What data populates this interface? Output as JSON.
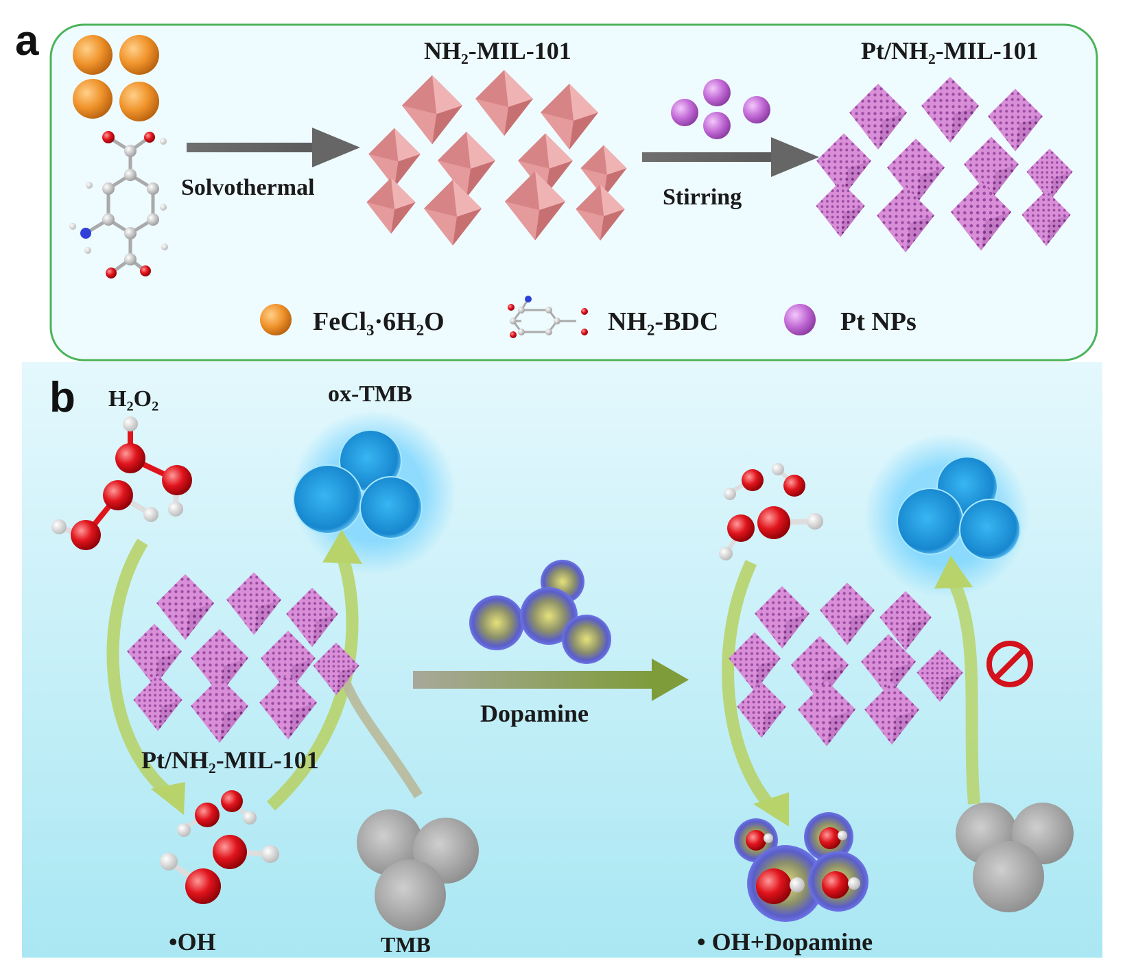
{
  "panel_a": {
    "letter": "a",
    "mof_title": "NH₂-MIL-101",
    "pt_mof_title": "Pt/NH₂-MIL-101",
    "step1_label": "Solvothermal",
    "step2_label": "Stirring",
    "legend": [
      {
        "label": "FeCl₃·6H₂O",
        "icon": "orange-sphere-icon"
      },
      {
        "label": "NH₂-BDC",
        "icon": "molecule-icon"
      },
      {
        "label": "Pt NPs",
        "icon": "purple-sphere-icon"
      }
    ]
  },
  "panel_b": {
    "letter": "b",
    "h2o2_label": "H₂O₂",
    "oxtmb_label": "ox-TMB",
    "catalyst_label": "Pt/NH₂-MIL-101",
    "oh_label": "•OH",
    "tmb_label": "TMB",
    "step_label": "Dopamine",
    "oh_dopamine_label": "• OH+Dopamine"
  },
  "colors": {
    "panel_a_bg": "#eefbff",
    "panel_a_border": "#4cb35a",
    "panel_b_bg_top": "#e4f8fd",
    "panel_b_bg_bottom": "#a9e7f3",
    "fe_sphere": "#f0932b",
    "pt_sphere": "#c26ad6",
    "octahedron_pink": "#e59a9c",
    "octahedron_lilac": "#d58dd4",
    "oxtmb_blue": "#1e9ee0",
    "tmb_gray": "#9a9a9a",
    "oxygen_red": "#e0141c",
    "arrow_green": "#b7d36a",
    "inhibit_red": "#d4121c"
  }
}
